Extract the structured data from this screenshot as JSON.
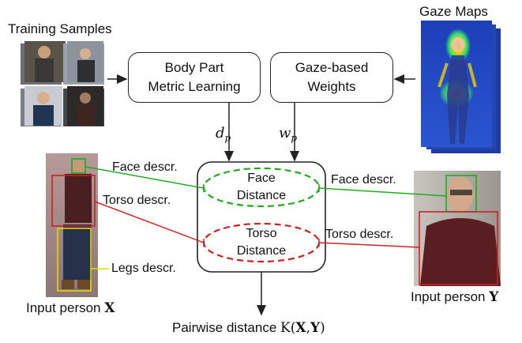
{
  "training": {
    "title": "Training Samples"
  },
  "gaze": {
    "title": "Gaze Maps"
  },
  "boxes": {
    "metric": {
      "line1": "Body Part",
      "line2": "Metric Learning"
    },
    "weights": {
      "line1": "Gaze-based",
      "line2": "Weights"
    }
  },
  "symbols": {
    "dp_main": "d",
    "dp_sub": "p",
    "wp_main": "w",
    "wp_sub": "p"
  },
  "distance": {
    "face": {
      "line1": "Face",
      "line2": "Distance"
    },
    "torso": {
      "line1": "Torso",
      "line2": "Distance"
    }
  },
  "left": {
    "face_descr": "Face descr.",
    "torso_descr": "Torso descr.",
    "legs_descr": "Legs descr.",
    "caption_prefix": "Input person ",
    "caption_var": "X"
  },
  "right": {
    "face_descr": "Face descr.",
    "torso_descr": "Torso descr.",
    "caption_prefix": "Input person ",
    "caption_var": "Y"
  },
  "output": {
    "prefix": "Pairwise distance ",
    "func": "K(",
    "var1": "X",
    "comma": ",",
    "var2": "Y",
    "close": ")"
  },
  "colors": {
    "face": "#22aa22",
    "torso": "#cc2222",
    "legs": "#e6d800",
    "line": "#222222"
  }
}
